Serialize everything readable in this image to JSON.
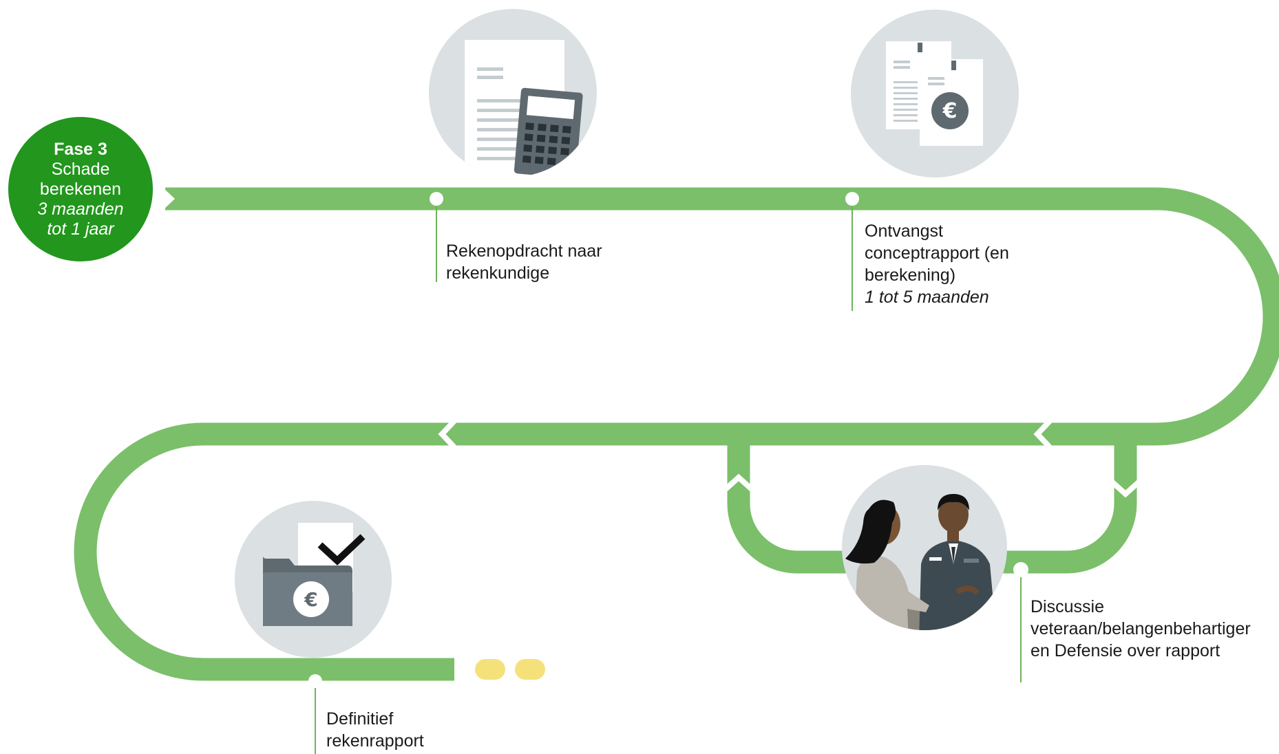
{
  "phase": {
    "number": "Fase 3",
    "line1": "Schade",
    "line2": "berekenen",
    "duration_line1": "3 maanden",
    "duration_line2": "tot 1 jaar"
  },
  "steps": [
    {
      "lines": [
        "Rekenopdracht naar",
        "rekenkundige"
      ],
      "duration": "",
      "icon": "document-calculator-icon"
    },
    {
      "lines": [
        "Ontvangst",
        "conceptrapport (en",
        "berekening)"
      ],
      "duration": "1 tot 5 maanden",
      "icon": "documents-euro-icon"
    },
    {
      "lines": [
        "Discussie",
        "veteraan/belangenbehartiger",
        "en Defensie over rapport"
      ],
      "duration": "",
      "icon": "meeting-people-icon"
    },
    {
      "lines": [
        "Definitief",
        "rekenrapport"
      ],
      "duration": "",
      "icon": "folder-euro-check-icon"
    }
  ],
  "colors": {
    "track": "#7bbf6a",
    "badge": "#22961d",
    "icon_bg": "#dbe0e3",
    "continue_dots": "#f5e17a"
  }
}
